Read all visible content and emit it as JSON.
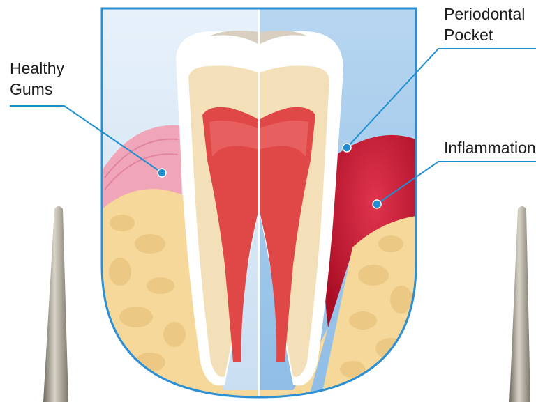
{
  "labels": {
    "healthy_gums_line1": "Healthy",
    "healthy_gums_line2": "Gums",
    "periodontal_pocket_line1": "Periodontal",
    "periodontal_pocket_line2": "Pocket",
    "inflammation": "Inflammation"
  },
  "colors": {
    "frame": "#2b8fd4",
    "callout": "#1f8fd2",
    "sky_left": "#dbeaf6",
    "sky_right": "#a9cdec",
    "bone": "#f5d89a",
    "bone_spot": "#e8c27a",
    "gum_healthy": "#f0a6b8",
    "gum_inflamed": "#c8102e",
    "enamel": "#ffffff",
    "dentin": "#f3dfb8",
    "pulp": "#e04848"
  }
}
